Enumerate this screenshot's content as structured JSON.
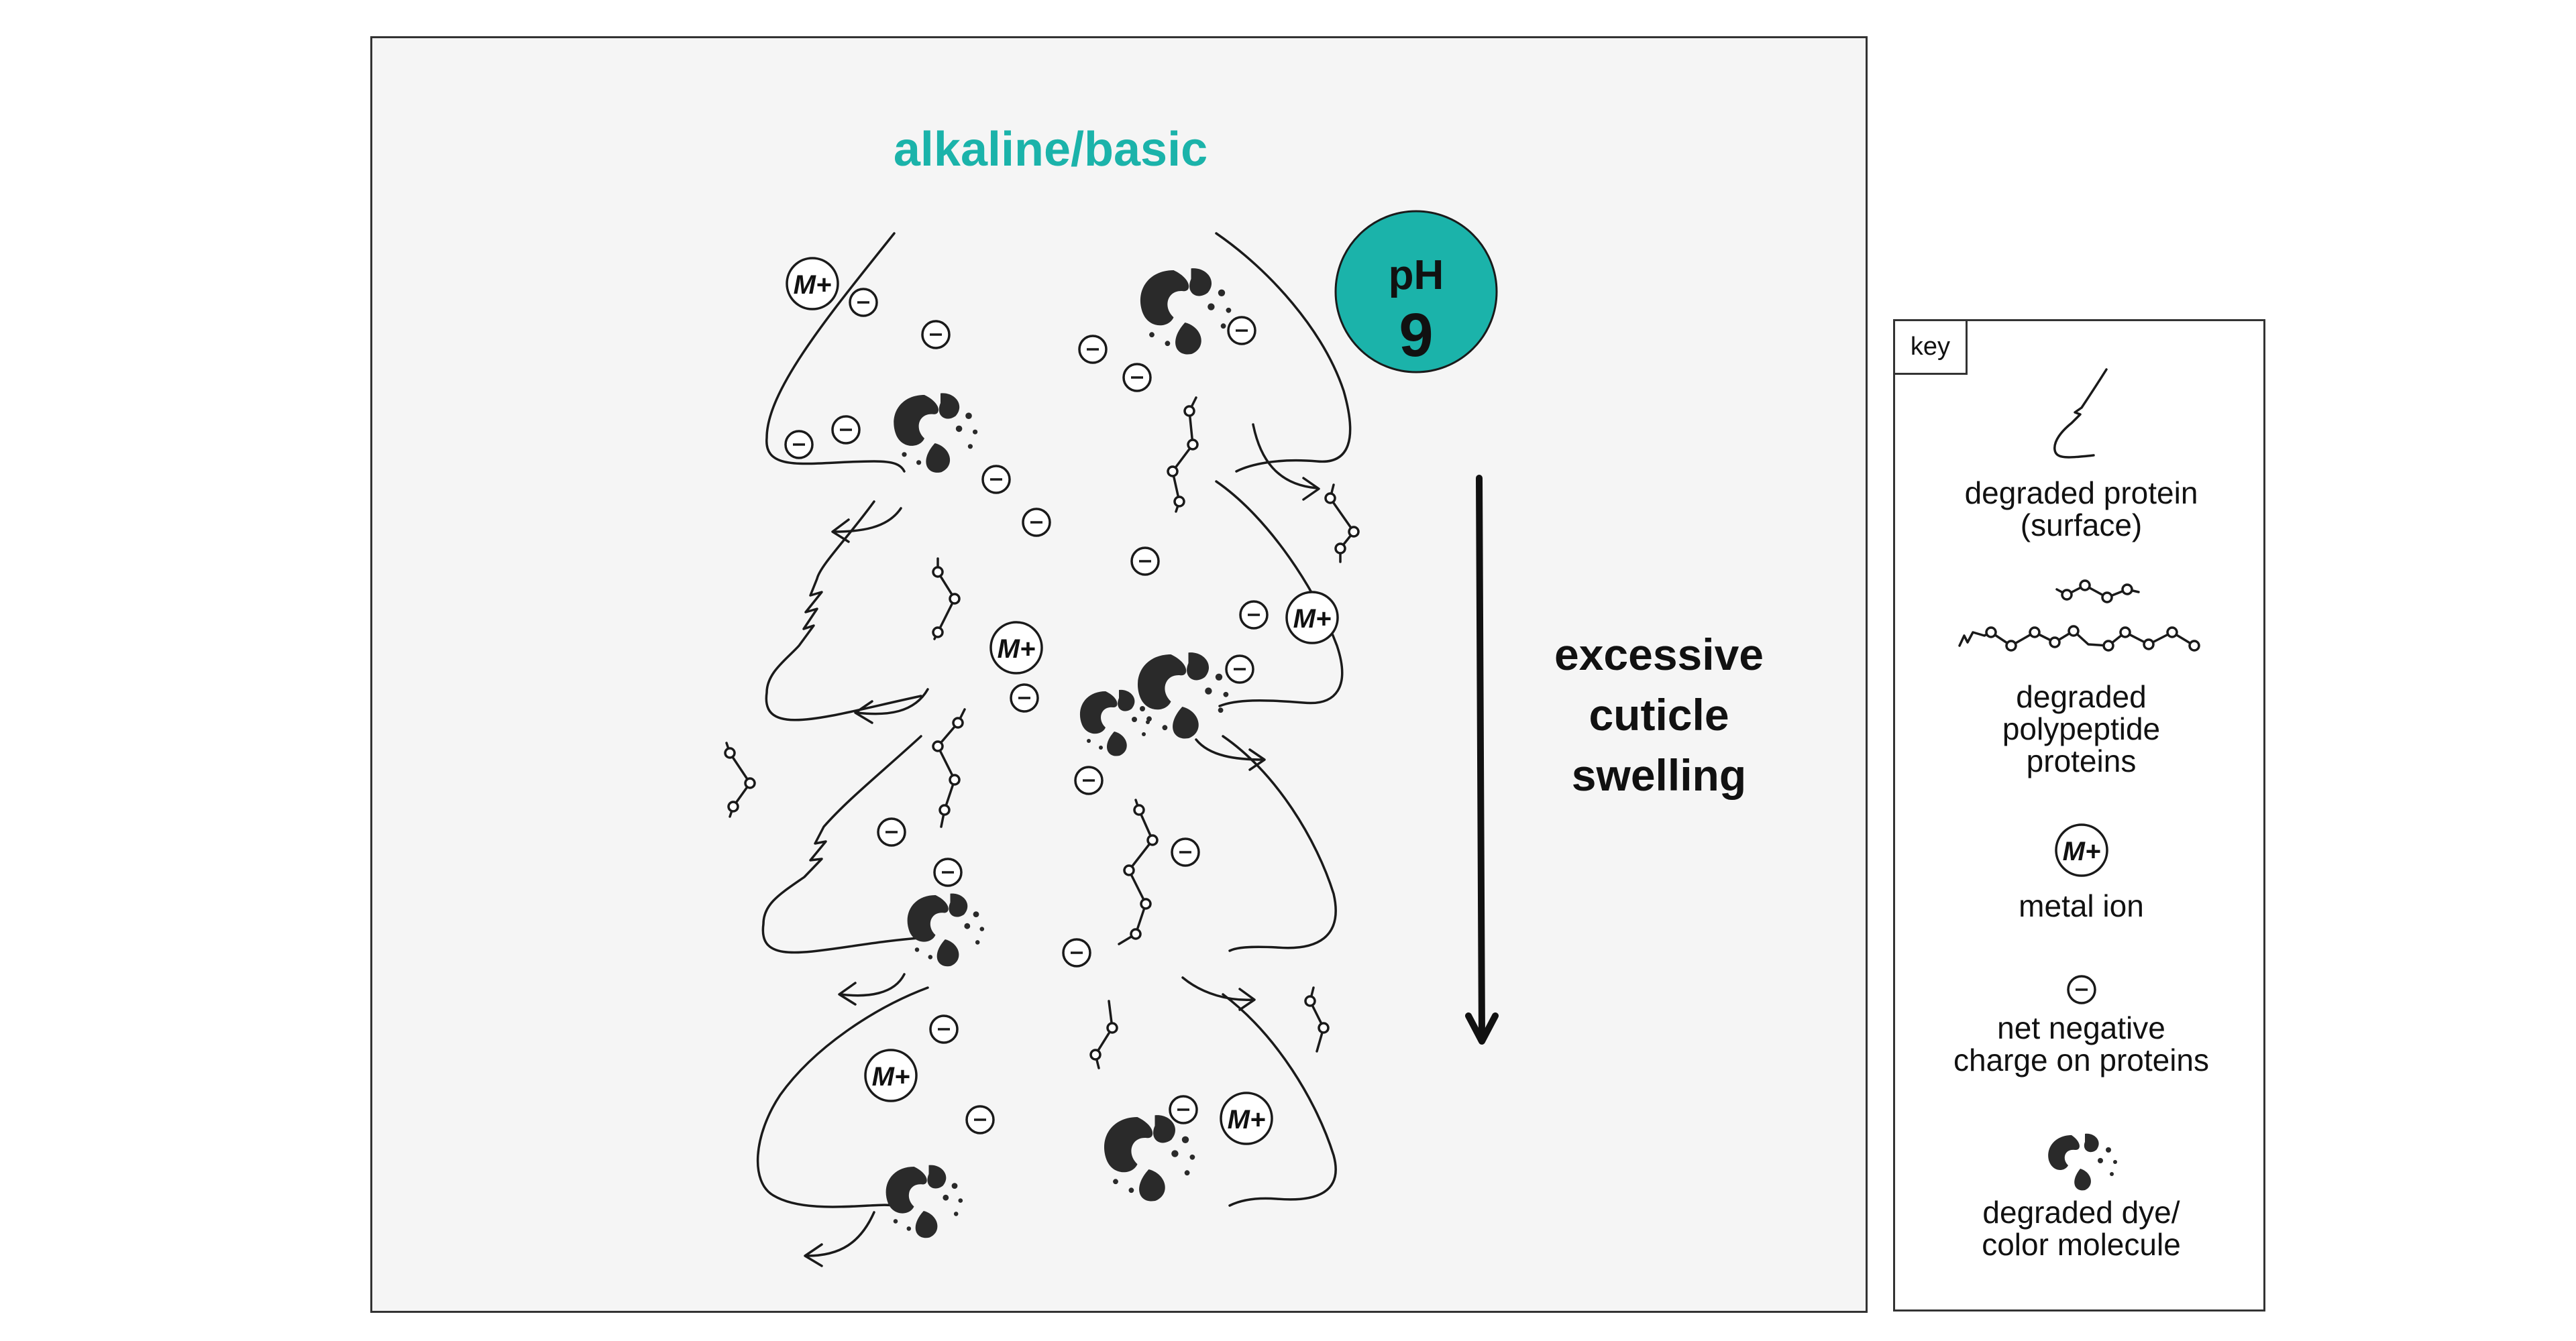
{
  "diagram": {
    "title": "alkaline/basic",
    "ph_label": "pH",
    "ph_value": "9",
    "effect_label_lines": [
      "excessive",
      "cuticle",
      "swelling"
    ],
    "metal_ion_symbol": "M+",
    "negative_symbol": "−",
    "colors": {
      "accent": "#1bb3aa",
      "ink": "#1a1a1a",
      "panel_bg": "#f5f5f5"
    }
  },
  "key": {
    "tag": "key",
    "items": [
      {
        "label_lines": [
          "degraded protein",
          "(surface)"
        ],
        "icon": "protein-curve-icon"
      },
      {
        "label_lines": [
          "degraded",
          "polypeptide",
          "proteins"
        ],
        "icon": "polypeptide-chain-icon"
      },
      {
        "label_lines": [
          "metal ion"
        ],
        "icon": "metal-ion-icon"
      },
      {
        "label_lines": [
          "net negative",
          "charge on proteins"
        ],
        "icon": "negative-charge-icon"
      },
      {
        "label_lines": [
          "degraded dye/",
          "color molecule"
        ],
        "icon": "dye-molecule-icon"
      }
    ]
  }
}
